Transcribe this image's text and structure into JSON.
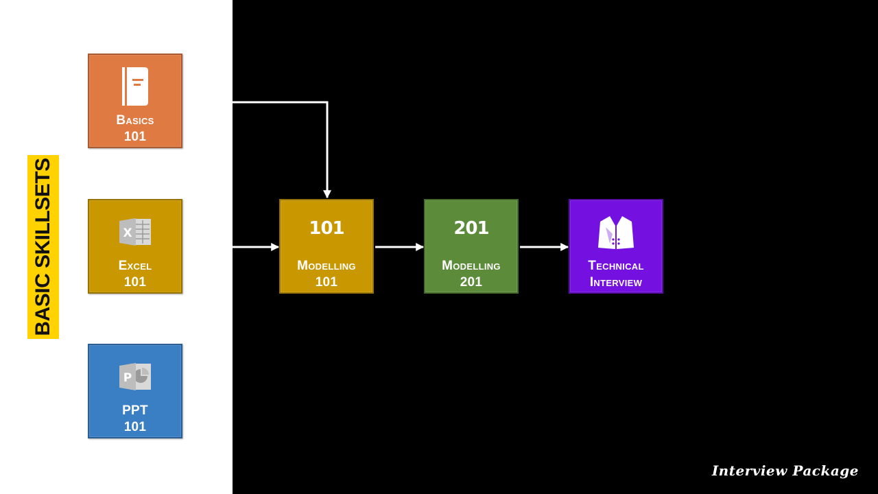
{
  "colors": {
    "orange": "#e07a43",
    "gold": "#c99800",
    "blue": "#3a7fc4",
    "green": "#5c8c3a",
    "purple": "#7411e0",
    "banner": "#ffd200"
  },
  "banner": {
    "text": "BASIC SKILLSETS"
  },
  "tiles": [
    {
      "id": "basics",
      "title": "Basics",
      "sub": "101",
      "icon": "book-icon",
      "color": "orange"
    },
    {
      "id": "excel",
      "title": "Excel",
      "sub": "101",
      "icon": "excel-icon",
      "color": "gold"
    },
    {
      "id": "ppt",
      "title": "PPT",
      "sub": "101",
      "icon": "powerpoint-icon",
      "color": "blue"
    },
    {
      "id": "modelling-101",
      "badge": "101",
      "title": "Modelling",
      "sub": "101",
      "color": "gold"
    },
    {
      "id": "modelling-201",
      "badge": "201",
      "title": "Modelling",
      "sub": "201",
      "color": "green"
    },
    {
      "id": "technical-interview",
      "title": "Technical",
      "sub": "Interview",
      "icon": "suit-jacket-icon",
      "color": "purple"
    }
  ],
  "footer": {
    "text": "Interview Package"
  }
}
